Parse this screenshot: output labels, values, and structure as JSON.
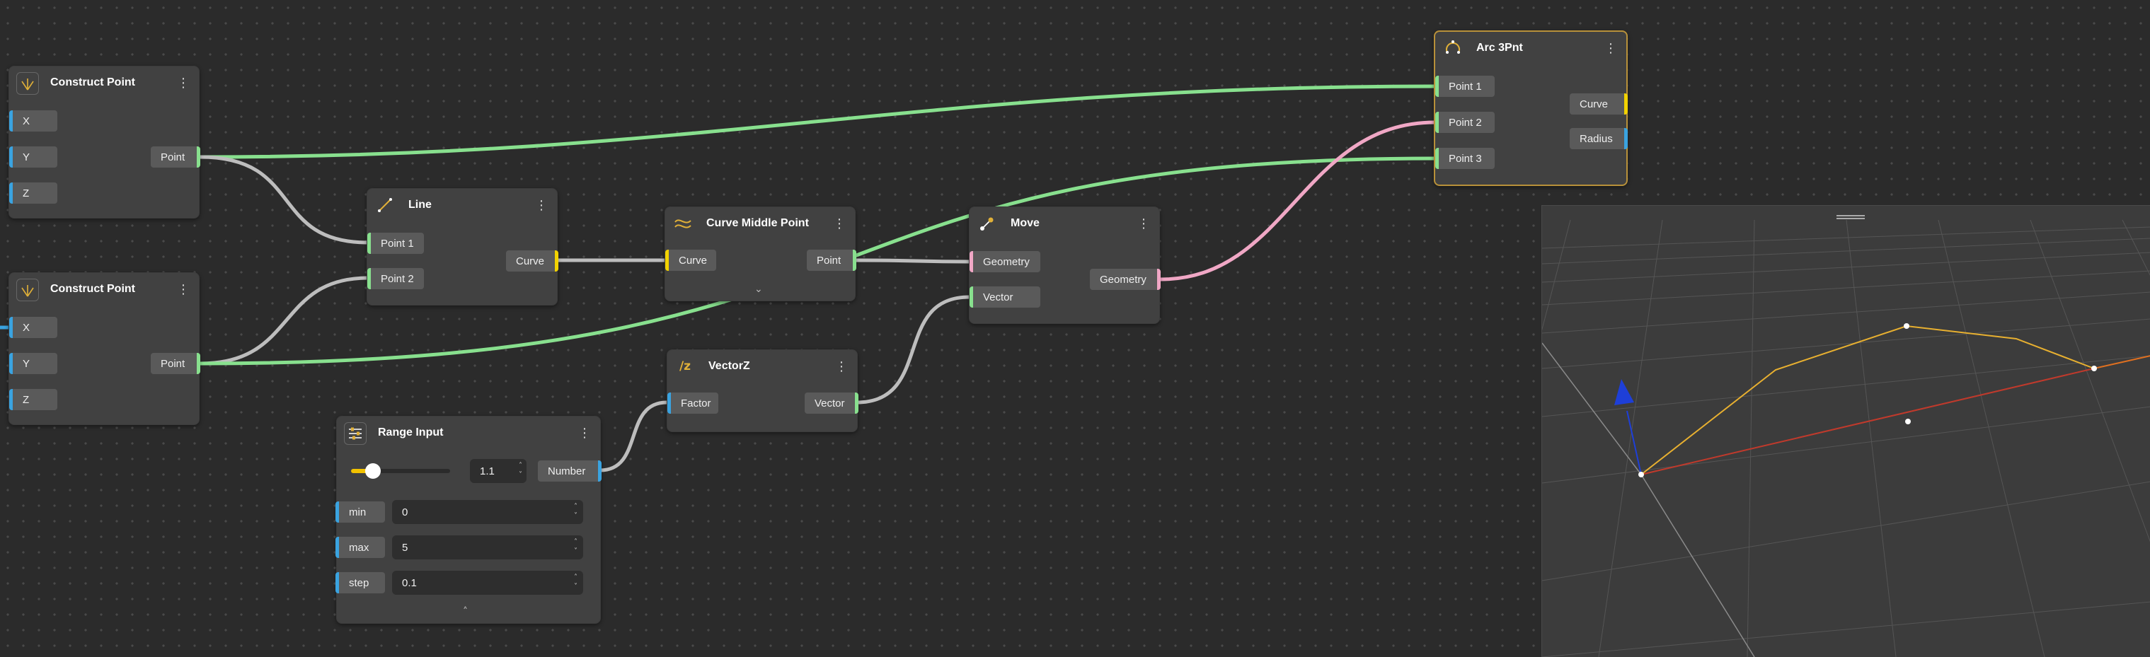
{
  "nodes": {
    "construct_point_1": {
      "title": "Construct Point",
      "icon": "xyz-axis-icon",
      "inputs": [
        "X",
        "Y",
        "Z"
      ],
      "output": "Point"
    },
    "construct_point_2": {
      "title": "Construct Point",
      "icon": "xyz-axis-icon",
      "inputs": [
        "X",
        "Y",
        "Z"
      ],
      "output": "Point"
    },
    "line": {
      "title": "Line",
      "icon": "line-icon",
      "inputs": [
        "Point 1",
        "Point 2"
      ],
      "output": "Curve"
    },
    "curve_middle_point": {
      "title": "Curve Middle Point",
      "icon": "curve-icon",
      "input": "Curve",
      "output": "Point"
    },
    "move": {
      "title": "Move",
      "icon": "move-icon",
      "inputs": [
        "Geometry",
        "Vector"
      ],
      "output": "Geometry"
    },
    "vectorz": {
      "title": "VectorZ",
      "icon": "vector-z-icon",
      "input": "Factor",
      "output": "Vector"
    },
    "range_input": {
      "title": "Range Input",
      "icon": "sliders-icon",
      "value": "1.1",
      "slider_fraction": 0.22,
      "output": "Number",
      "fields": [
        {
          "label": "min",
          "value": "0"
        },
        {
          "label": "max",
          "value": "5"
        },
        {
          "label": "step",
          "value": "0.1"
        }
      ]
    },
    "arc_3pnt": {
      "title": "Arc 3Pnt",
      "icon": "arc-icon",
      "inputs": [
        "Point 1",
        "Point 2",
        "Point 3"
      ],
      "outputs": [
        "Curve",
        "Radius"
      ]
    }
  },
  "colors": {
    "point": "#88e08e",
    "number": "#3aa3e0",
    "curve": "#f2d200",
    "geometry": "#f0a7c5",
    "wire_neutral": "#bdbdbd",
    "selection": "#b8913a",
    "arc_curve": "#e8b030",
    "line_curve": "#c0392b"
  }
}
